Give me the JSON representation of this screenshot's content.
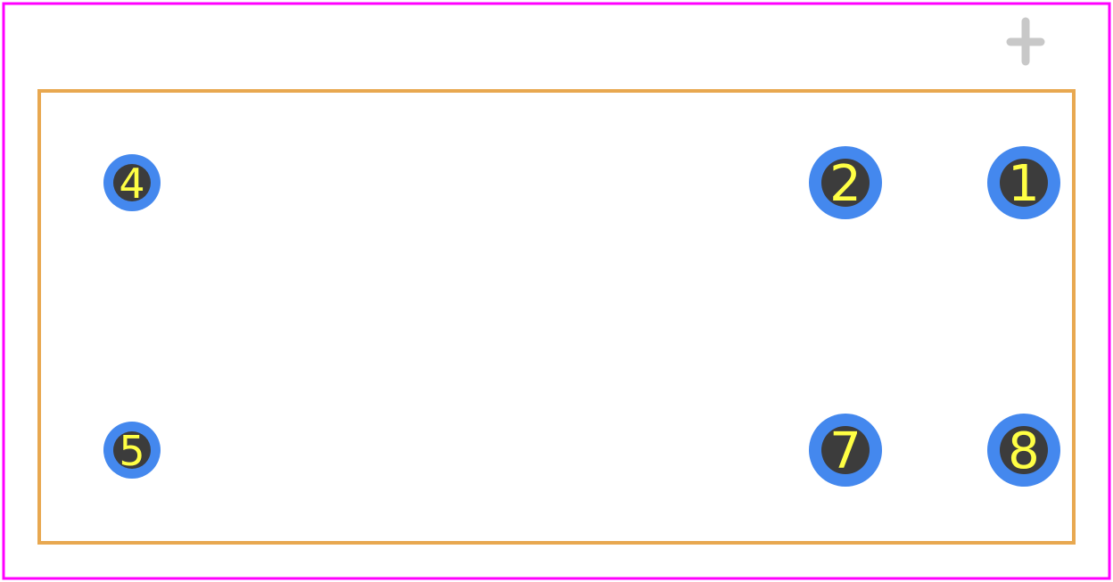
{
  "colors": {
    "background": "#ffffff",
    "board_outline": "#ff00ff",
    "courtyard": "#e8a850",
    "pad_copper": "#4488ee",
    "drill_hole": "#3c3c3c",
    "pad_label": "#ffff44",
    "origin_marker": "#c8c8c8"
  },
  "origin_marker": {
    "icon": "plus-origin-icon"
  },
  "pads": [
    {
      "number": "1",
      "size": "large"
    },
    {
      "number": "2",
      "size": "large"
    },
    {
      "number": "4",
      "size": "small"
    },
    {
      "number": "5",
      "size": "small"
    },
    {
      "number": "7",
      "size": "large"
    },
    {
      "number": "8",
      "size": "large"
    }
  ]
}
